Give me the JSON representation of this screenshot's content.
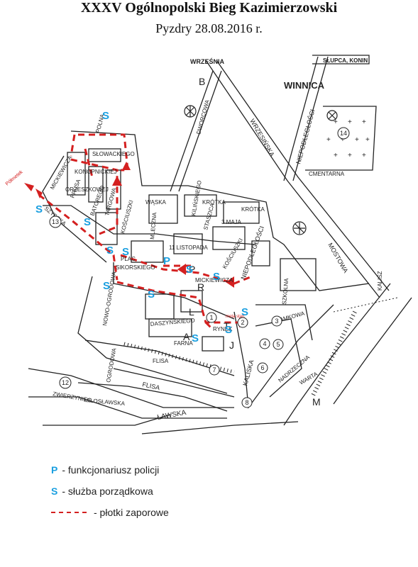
{
  "header": {
    "title": "XXXV Ogólnopolski Bieg Kazimierzowski",
    "subtitle": "Pyzdry 28.08.2016 r."
  },
  "map": {
    "street_labels": {
      "wrzesnia": "WRZEŚNIA",
      "slupca_konin": "SŁUPCA, KONIN",
      "winnica": "WINNICA",
      "b": "B",
      "dworcowa": "DWORCOWA",
      "wrzesinska": "WRZESIŃSKA",
      "niepodleglosci_top": "NIEPODLEGŁOŚCI",
      "cmentarna": "CMENTARNA",
      "polna": "POLNA",
      "slowackiego": "SŁOWACKIEGO",
      "konopnickiej": "KONOPNICKIEJ",
      "mickiewicza": "MICKIEWICZA",
      "prusa": "PRUSA",
      "orzeszkowej": "ORZESZKOWEJ",
      "batorego": "BATOREGO",
      "targowa": "TARGOWA",
      "kilinskiego": "KILIŃSKIEGO",
      "kosciuszki_n": "KOŚCIUSZKI",
      "waska": "WĄSKA",
      "krotka1": "KRÓTKA",
      "krotka2": "KRÓTKA",
      "polmetek": "Półmetek",
      "szybska": "SZYBSKA",
      "mleczna": "MLECZNA",
      "staszica": "STASZICA",
      "trzeciego_maja": "3 MAJA",
      "mostowa": "MOSTOWA",
      "jedenastego_listopada": "11 LISTOPADA",
      "kosciuszki_s": "KOŚCIUSZKI",
      "niepodleglosci_mid": "NIEPODLEGŁOŚCI",
      "plac": "PLAC",
      "sikorskiego": "SIKORSKIEGO",
      "mickiewicza2": "MICKIEWICZA",
      "kaliszska_e": "KALISZ",
      "nowo_ogrodowa": "NOWO-OGRODOWA",
      "szkolna": "SZKOLNA",
      "zamkowa": "ZAMKOWA",
      "daszynskiego": "DASZYŃSKIEGO",
      "rynek": "RYNEK",
      "meta_start": "meta start",
      "farna": "FARNA",
      "kaliska": "KALISKA",
      "flisa1": "FLISA",
      "flisa2": "FLISA",
      "nadrzeczna": "NADRZECZNA",
      "warta": "WARTA",
      "ogrodowa": "OGRODOWA",
      "zwierzyniec": "ZWIERZYNIEC",
      "miloslawska": "MIŁOSŁAWSKA",
      "lawska": "ŁAWSKA",
      "m": "M"
    },
    "letters": {
      "p": "P",
      "r": "R",
      "l": "L",
      "a": "A",
      "t": "T",
      "j": "J"
    },
    "s_marker": "S",
    "p_marker": "P",
    "numbers": {
      "n1": "1",
      "n2": "2",
      "n3": "3",
      "n4": "4",
      "n5": "5",
      "n6": "6",
      "n7": "7",
      "n8": "8",
      "n12": "12",
      "n13": "13",
      "n14": "14"
    }
  },
  "legend": [
    {
      "key": "P",
      "text": "- funkcjonariusz policji"
    },
    {
      "key": "S",
      "text": "- służba porządkowa"
    },
    {
      "key": "",
      "text": "- płotki zaporowe"
    }
  ],
  "colors": {
    "marker": "#1a9fe0",
    "barrier": "#d42020",
    "ink": "#222222"
  }
}
